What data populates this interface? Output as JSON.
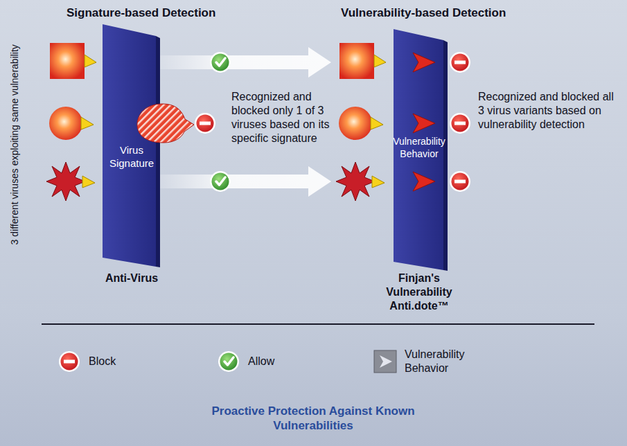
{
  "diagram": {
    "caption": "Proactive Protection Against Known Vulnerabilities",
    "nodes": [
      {
        "text": [
          "Virus Signature",
          "Anti-Virus"
        ]
      },
      {
        "text": [
          "Vulnerability Behavior",
          "Finjan's Vulnerability Anti.dote™"
        ]
      }
    ],
    "labels": [
      "Signature-based Detection",
      "Vulnerability-based Detection",
      "3 different viruses exploiting same vulnerability",
      "Recognized and blocked only 1 of 3 viruses based on its specific signature",
      "Recognized and blocked all 3 virus variants based on vulnerability detection"
    ],
    "legend": [
      {
        "text": "Block"
      },
      {
        "text": "Allow"
      },
      {
        "text": "Vulnerability Behavior"
      }
    ]
  }
}
